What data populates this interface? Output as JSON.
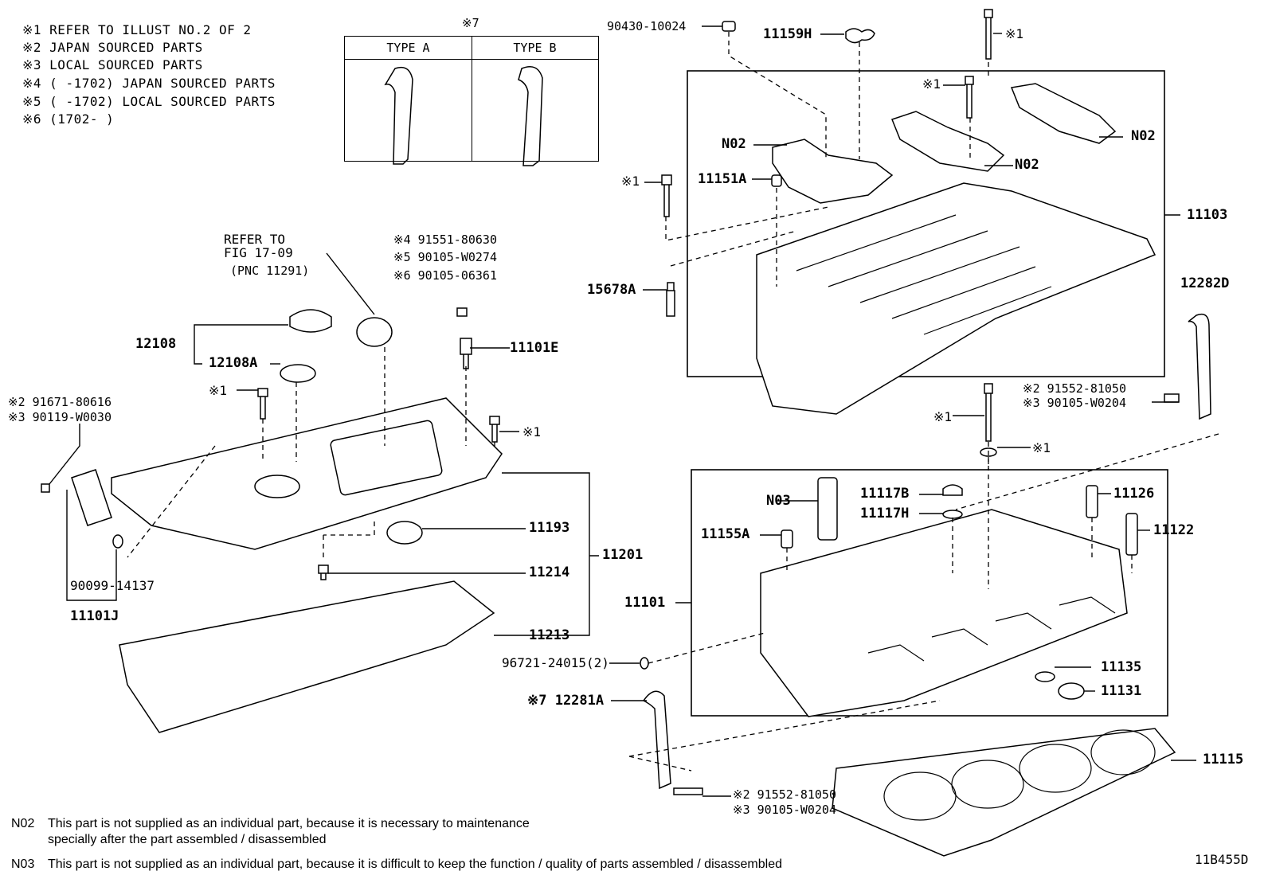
{
  "notes": [
    "※1 REFER TO ILLUST NO.2 OF 2",
    "※2 JAPAN SOURCED PARTS",
    "※3 LOCAL SOURCED PARTS",
    "※4 (     -1702) JAPAN SOURCED PARTS",
    "※5 (     -1702) LOCAL SOURCED PARTS",
    "※6 (1702-     )"
  ],
  "type_table": {
    "note_mark": "※7",
    "col_a": "TYPE A",
    "col_b": "TYPE B"
  },
  "labels": {
    "p90430": "90430-10024",
    "p11159H": "11159H",
    "n1_top": "※1",
    "n1_mid": "※1",
    "N02_a": "N02",
    "N02_b": "N02",
    "N02_c": "N02",
    "n1_left": "※1",
    "p11151A": "11151A",
    "p11103": "11103",
    "p15678A": "15678A",
    "p12282D": "12282D",
    "refer_to": "REFER TO",
    "fig": "FIG 17-09",
    "pnc": "(PNC 11291)",
    "alt4": "※4 91551-80630",
    "alt5": "※5 90105-W0274",
    "alt6": "※6 90105-06361",
    "p12108": "12108",
    "p12108A": "12108A",
    "p11101E": "11101E",
    "n1_cover": "※1",
    "n1_cover_r": "※1",
    "p91671": "※2 91671-80616",
    "p90119": "※3 90119-W0030",
    "p91552_top": "※2 91552-81050",
    "p90105_top": "※3 90105-W0204",
    "n1_bolt": "※1",
    "n1_washer": "※1",
    "N03": "N03",
    "p11117B": "11117B",
    "p11117H": "11117H",
    "p11126": "11126",
    "p11122": "11122",
    "p11155A": "11155A",
    "p11193": "11193",
    "p11201": "11201",
    "p11214": "11214",
    "p11101": "11101",
    "p90099": "90099-14137",
    "p11101J": "11101J",
    "p11213": "11213",
    "p96721": "96721-24015(2)",
    "p11135": "11135",
    "p11131": "11131",
    "p12281A": "※7 12281A",
    "p11115": "11115",
    "p91552_bot": "※2 91552-81050",
    "p90105_bot": "※3 90105-W0204"
  },
  "footnotes": {
    "n02_code": "N02",
    "n02_line1": "This part is not supplied as an individual part, because it is necessary to maintenance",
    "n02_line2": "specially after the part assembled / disassembled",
    "n03_code": "N03",
    "n03_line1": "This part is not supplied as an individual part, because it is difficult to keep the function / quality of parts  assembled / disassembled"
  },
  "diagram_id": "11B455D"
}
